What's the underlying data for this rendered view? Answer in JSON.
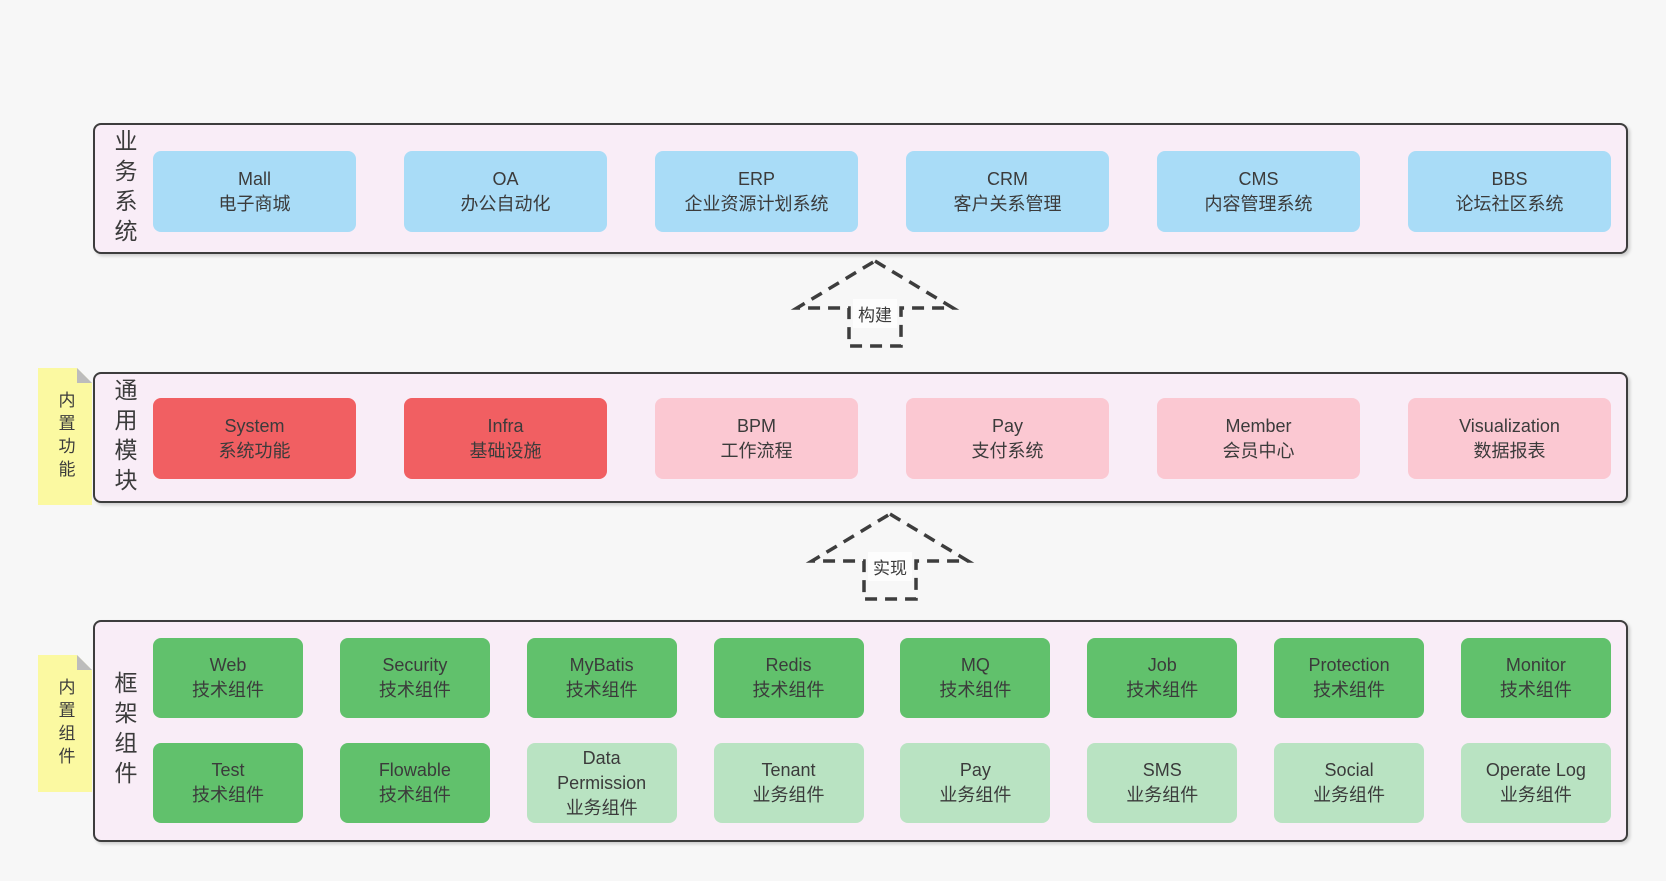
{
  "layers": {
    "business": {
      "label": "业务系统",
      "boxes": [
        {
          "name": "Mall",
          "subtitle": "电子商城"
        },
        {
          "name": "OA",
          "subtitle": "办公自动化"
        },
        {
          "name": "ERP",
          "subtitle": "企业资源计划系统"
        },
        {
          "name": "CRM",
          "subtitle": "客户关系管理"
        },
        {
          "name": "CMS",
          "subtitle": "内容管理系统"
        },
        {
          "name": "BBS",
          "subtitle": "论坛社区系统"
        }
      ]
    },
    "modules": {
      "label": "通用模块",
      "note": "内置功能",
      "boxes": [
        {
          "name": "System",
          "subtitle": "系统功能"
        },
        {
          "name": "Infra",
          "subtitle": "基础设施"
        },
        {
          "name": "BPM",
          "subtitle": "工作流程"
        },
        {
          "name": "Pay",
          "subtitle": "支付系统"
        },
        {
          "name": "Member",
          "subtitle": "会员中心"
        },
        {
          "name": "Visualization",
          "subtitle": "数据报表"
        }
      ]
    },
    "components": {
      "label": "框架组件",
      "note": "内置组件",
      "row1": [
        {
          "name": "Web",
          "subtitle": "技术组件"
        },
        {
          "name": "Security",
          "subtitle": "技术组件"
        },
        {
          "name": "MyBatis",
          "subtitle": "技术组件"
        },
        {
          "name": "Redis",
          "subtitle": "技术组件"
        },
        {
          "name": "MQ",
          "subtitle": "技术组件"
        },
        {
          "name": "Job",
          "subtitle": "技术组件"
        },
        {
          "name": "Protection",
          "subtitle": "技术组件"
        },
        {
          "name": "Monitor",
          "subtitle": "技术组件"
        }
      ],
      "row2": [
        {
          "name": "Test",
          "subtitle": "技术组件"
        },
        {
          "name": "Flowable",
          "subtitle": "技术组件"
        },
        {
          "name": "Data Permission",
          "subtitle": "业务组件"
        },
        {
          "name": "Tenant",
          "subtitle": "业务组件"
        },
        {
          "name": "Pay",
          "subtitle": "业务组件"
        },
        {
          "name": "SMS",
          "subtitle": "业务组件"
        },
        {
          "name": "Social",
          "subtitle": "业务组件"
        },
        {
          "name": "Operate Log",
          "subtitle": "业务组件"
        }
      ]
    }
  },
  "arrows": {
    "build": {
      "label": "构建"
    },
    "implement": {
      "label": "实现"
    }
  },
  "colors": {
    "page_background": "#f7f7f7",
    "layer_fill": "#f9edf7",
    "layer_border": "#3d3d3d",
    "business_box": "#a9dcf7",
    "module_box_primary": "#f15f62",
    "module_box_secondary": "#fbc8d2",
    "tech_component_box": "#61c16c",
    "business_component_box": "#b9e3c2",
    "sticky_note": "#fbf9a1",
    "note_fold": "#bcbcbc",
    "text": "#3b3b3b"
  }
}
